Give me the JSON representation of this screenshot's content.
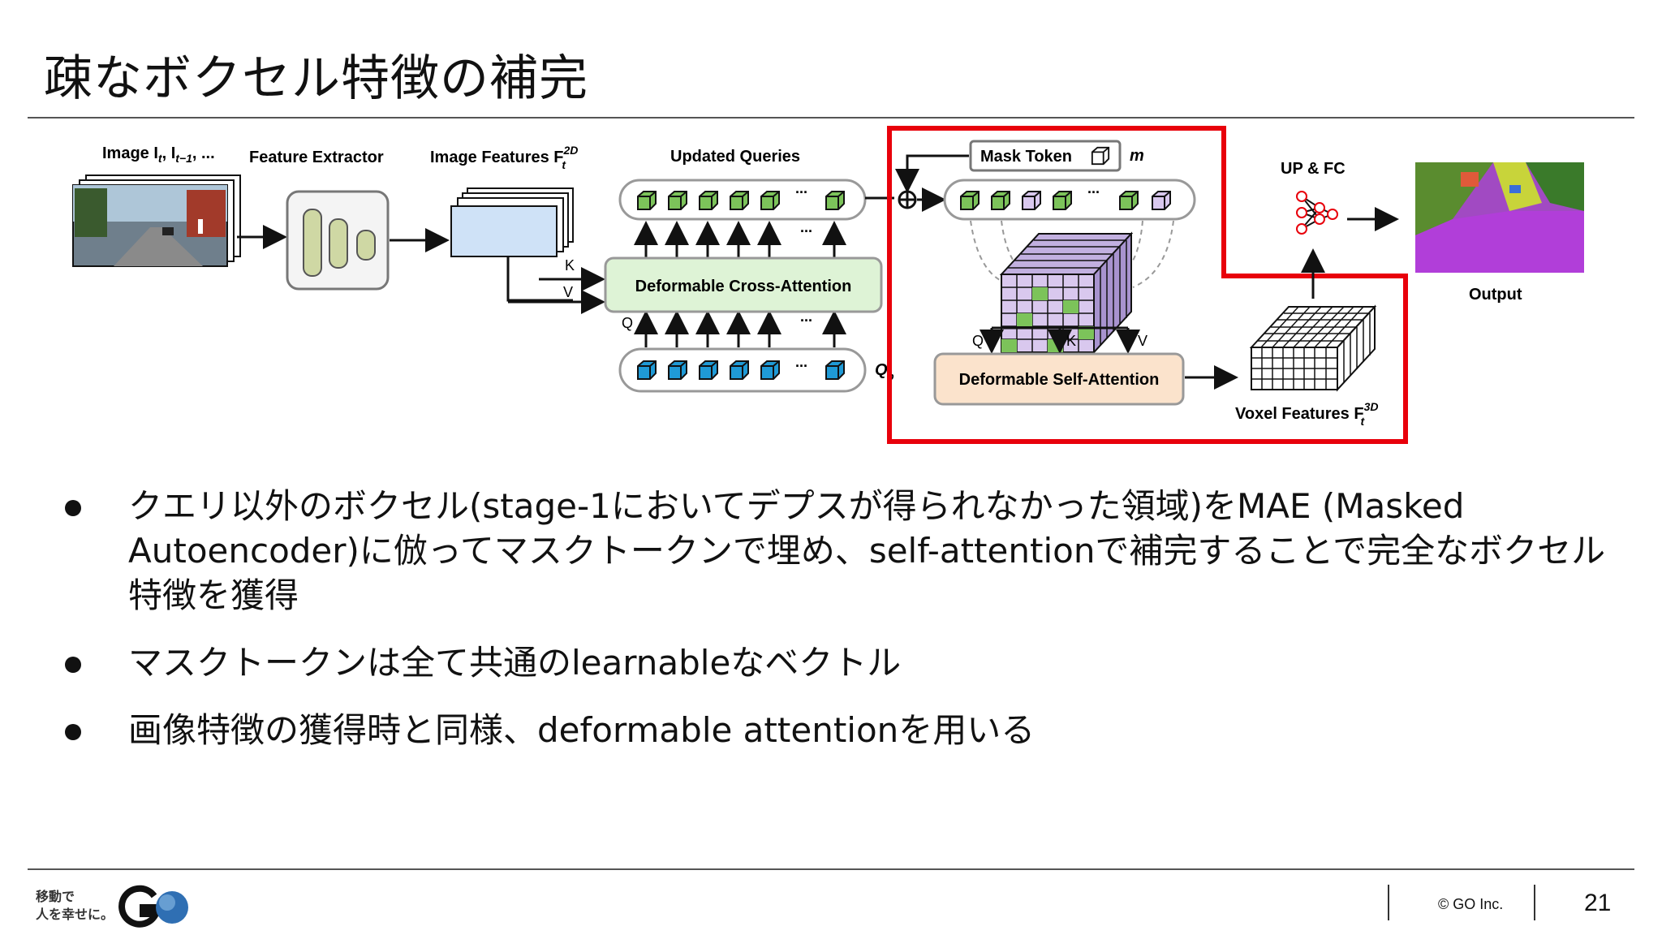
{
  "slide": {
    "title": "疎なボクセル特徴の補完",
    "page_number": "21",
    "copyright": "© GO Inc.",
    "brand_tagline_line1": "移動で",
    "brand_tagline_line2": "人を幸せに。",
    "brand_logo": "GO"
  },
  "figure": {
    "image_label": "Image I",
    "image_label_sub": "t",
    "image_label_tail": ", I",
    "image_label_sub2": "t−1",
    "image_label_end": ", ...",
    "feature_extractor_label": "Feature Extractor",
    "image_features_label": "Image Features F",
    "image_features_sup": "2D",
    "image_features_sub": "t",
    "updated_queries_label": "Updated Queries",
    "cross_attention_label": "Deformable Cross-Attention",
    "self_attention_label": "Deformable Self-Attention",
    "mask_token_label": "Mask Token",
    "mask_token_symbol": "m",
    "up_fc_label": "UP & FC",
    "output_label": "Output",
    "voxel_features_label": "Voxel Features F",
    "voxel_features_sup": "3D",
    "voxel_features_sub": "t",
    "q_symbol": "Q",
    "queries_symbol": "Q",
    "queries_symbol_sub": "p",
    "k_symbol": "K",
    "v_symbol": "V",
    "ellipsis": "...",
    "highlight_color": "#e8000b",
    "green_cube_color": "#7cc35a",
    "blue_cube_color": "#1f9ad6",
    "lilac_cube_color": "#d9c8ee"
  },
  "bullets": [
    "クエリ以外のボクセル(stage-1においてデプスが得られなかった領域)をMAE (Masked Autoencoder)に倣ってマスクトークンで埋め、self-attentionで補完することで完全なボクセル特徴を獲得",
    "マスクトークンは全て共通のlearnableなベクトル",
    "画像特徴の獲得時と同様、deformable attentionを用いる"
  ]
}
